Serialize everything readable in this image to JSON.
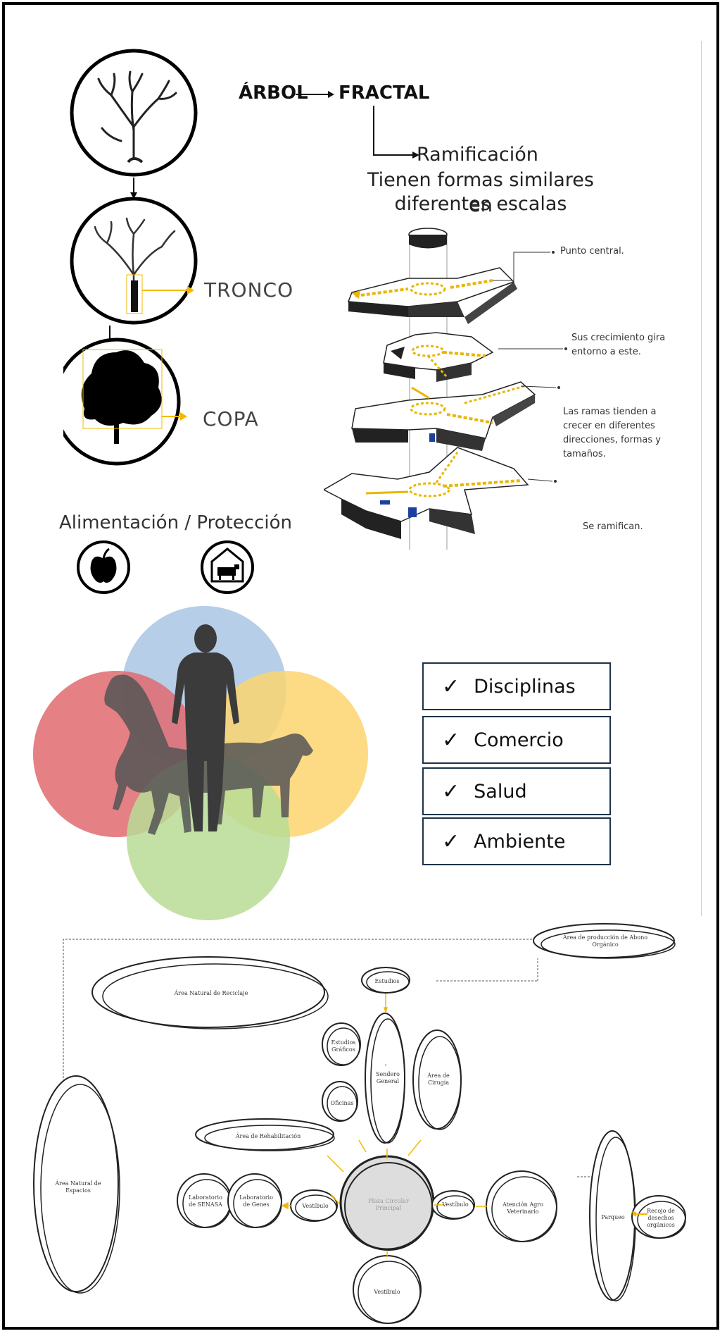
{
  "header": {
    "arbol": "ÁRBOL",
    "fractal": "FRACTAL",
    "ramificacion": "Ramificación",
    "desc_line1": "Tienen formas similares  en",
    "desc_line2": "diferentes escalas"
  },
  "tree": {
    "tronco": "TRONCO",
    "copa": "COPA",
    "alimentacion": "Alimentación / Protección"
  },
  "fractal_notes": {
    "n1": "Punto central.",
    "n2_l1": "Sus  crecimiento gira",
    "n2_l2": "entorno a este.",
    "n3_l1": "Las ramas tienden a",
    "n3_l2": "crecer en diferentes",
    "n3_l3": "direcciones, formas y",
    "n3_l4": "tamaños.",
    "n4": "Se ramifican."
  },
  "checklist": {
    "mark": "✓",
    "items": [
      "Disciplinas",
      "Comercio",
      "Salud",
      "Ambiente"
    ]
  },
  "venn_colors": {
    "blue": "#a9c6e4",
    "red": "#e06a6e",
    "yellow": "#fbd56e",
    "green": "#b9dc95"
  },
  "bubbles": {
    "abono": "Área de producción de Abono Orgánico",
    "reciclaje": "Área Natural de Reciclaje",
    "espacios": "Área Natural de Espacios",
    "estudios": "Estudios",
    "graficos": "Estudios Gráficos",
    "sendero": "Sendero General",
    "cirugia": "Área de Cirugía",
    "oficinas": "Oficinas",
    "rehabilitacion": "Área de Rehabilitación",
    "senasa": "Laboratorio de SENASA",
    "genes": "Laboratorio de Genes",
    "vestibulo_l": "Vestíbulo",
    "plaza": "Plaza Circular Principal",
    "vestibulo_r": "Vestíbulo",
    "atencion": "Atención Agro Veterinario",
    "parqueo": "Parqueo",
    "recojo": "Recojo de desechos orgánicos",
    "vestibulo_b": "Vestíbulo"
  }
}
